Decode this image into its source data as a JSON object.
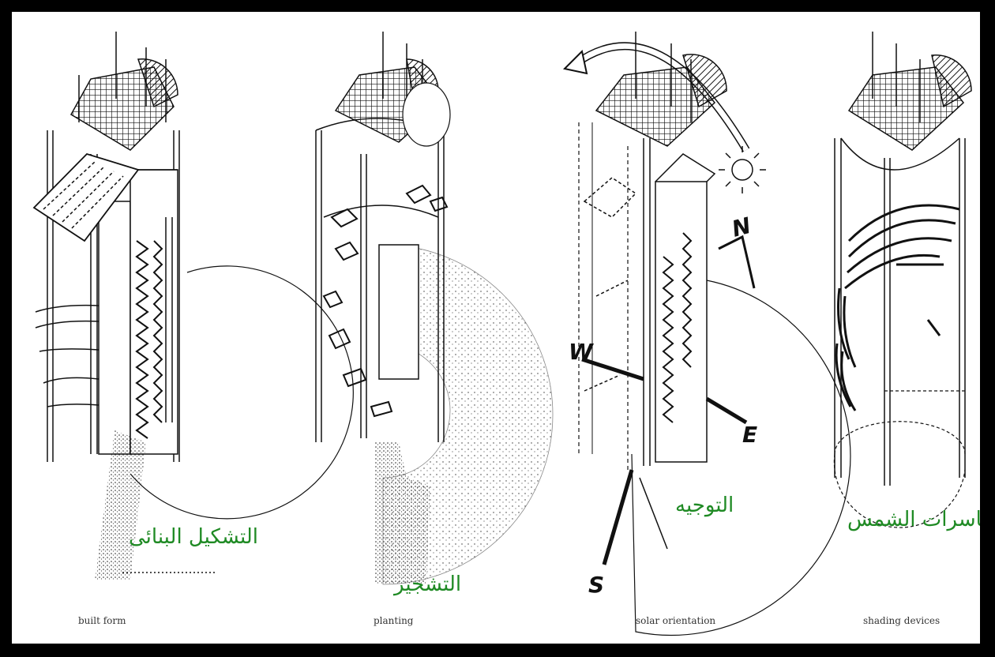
{
  "panels": [
    {
      "id": "built-form",
      "caption": "built form",
      "arabic_label": "التشكيل البنائى"
    },
    {
      "id": "planting",
      "caption": "planting",
      "arabic_label": "التشجير"
    },
    {
      "id": "solar-orientation",
      "caption": "solar orientation",
      "arabic_label": "التوجيه"
    },
    {
      "id": "shading-devices",
      "caption": "shading devices",
      "arabic_label": "كاسرات الشمس"
    }
  ],
  "compass": {
    "north": "N",
    "west": "W",
    "east": "E",
    "south": "S"
  },
  "colors": {
    "label": "#1f8a24",
    "ink": "#111111",
    "background": "#ffffff",
    "border": "#000000"
  }
}
